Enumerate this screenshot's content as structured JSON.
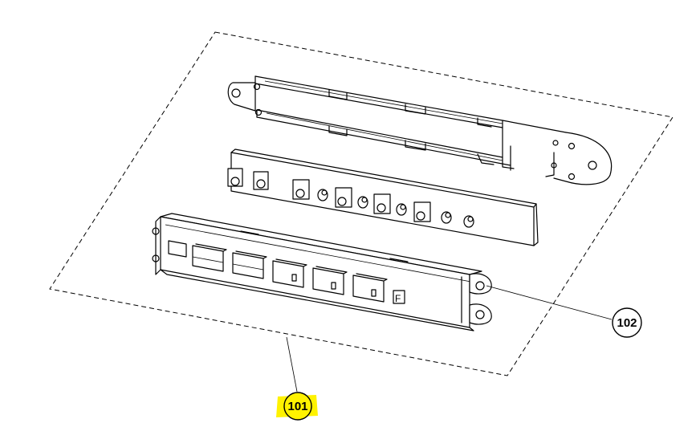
{
  "callouts": [
    {
      "id": "101",
      "label": "101",
      "highlight": "#fff200"
    },
    {
      "id": "102",
      "label": "102"
    }
  ],
  "key_marks": {
    "f_label": "F"
  },
  "colors": {
    "line": "#000000",
    "background": "#ffffff",
    "highlight": "#fff200"
  }
}
